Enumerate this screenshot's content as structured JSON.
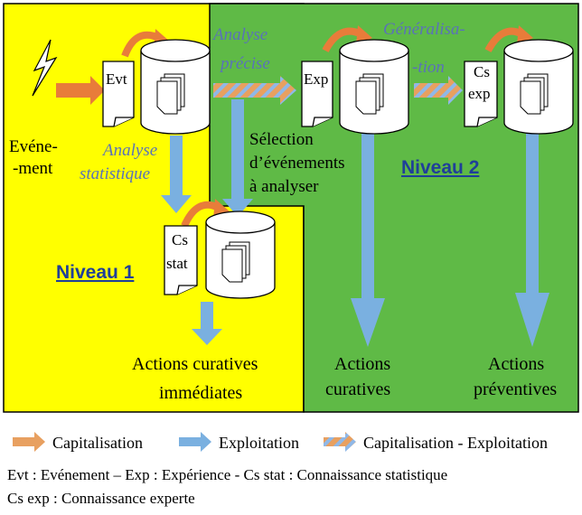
{
  "labels": {
    "event_line1": "Evéne-",
    "event_line2": "-ment",
    "analyse_statistique_1": "Analyse",
    "analyse_statistique_2": "statistique",
    "analyse_precise_1": "Analyse",
    "analyse_precise_2": "précise",
    "generalisation_1": "Généralisa-",
    "generalisation_2": "-tion",
    "selection_1": "Sélection",
    "selection_2": "d’événements",
    "selection_3": "à analyser",
    "niveau1": "Niveau 1",
    "niveau2": "Niveau 2",
    "actions_immediates_1": "Actions curatives",
    "actions_immediates_2": "immédiates",
    "actions_curatives_1": "Actions",
    "actions_curatives_2": "curatives",
    "actions_preventives_1": "Actions",
    "actions_preventives_2": "préventives"
  },
  "documents": {
    "evt": "Evt",
    "exp": "Exp",
    "cs_exp_1": "Cs",
    "cs_exp_2": "exp",
    "cs_stat_1": "Cs",
    "cs_stat_2": "stat"
  },
  "legend": {
    "capitalisation": "Capitalisation",
    "exploitation": "Exploitation",
    "cap_exploit": "Capitalisation - Exploitation"
  },
  "footnotes": {
    "line1": "Evt : Evénement – Exp : Expérience - Cs stat : Connaissance statistique",
    "line2": "Cs exp : Connaissance experte"
  },
  "colors": {
    "yellow_zone": "#ffff00",
    "green_zone": "#5fba46",
    "capitalisation_arrow": "#e87c3a",
    "exploitation_arrow": "#7ab0e0",
    "level_label": "#1f3f99",
    "italic_label": "#5a72b8"
  }
}
